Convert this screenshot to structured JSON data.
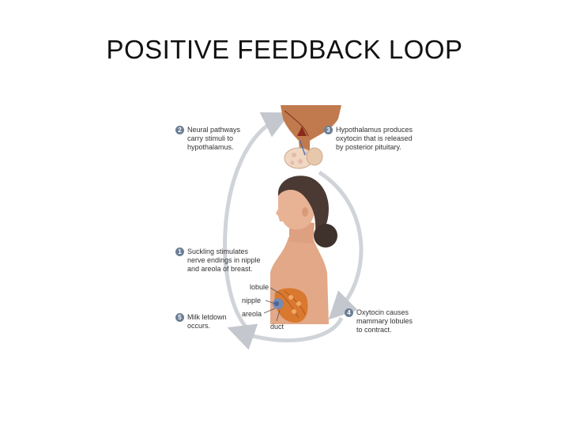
{
  "title": "POSITIVE FEEDBACK LOOP",
  "steps": [
    {
      "num": "1",
      "text": "Suckling stimulates\nnerve endings in nipple\nand areola of breast."
    },
    {
      "num": "2",
      "text": "Neural pathways\ncarry stimuli to\nhypothalamus."
    },
    {
      "num": "3",
      "text": "Hypothalamus produces\noxytocin that is released\nby posterior pituitary."
    },
    {
      "num": "4",
      "text": "Oxytocin causes\nmammary lobules\nto contract."
    },
    {
      "num": "5",
      "text": "Milk letdown\noccurs."
    }
  ],
  "anatomy_labels": {
    "lobule": "lobule",
    "nipple": "nipple",
    "areola": "areola",
    "duct": "duct"
  },
  "colors": {
    "arrow": "#c9cdd3",
    "step_badge": "#6b7f95",
    "skin": "#e2a887",
    "hair": "#4a3a33",
    "brain": "#c07a4e",
    "breast_tissue": "#d9782f"
  }
}
